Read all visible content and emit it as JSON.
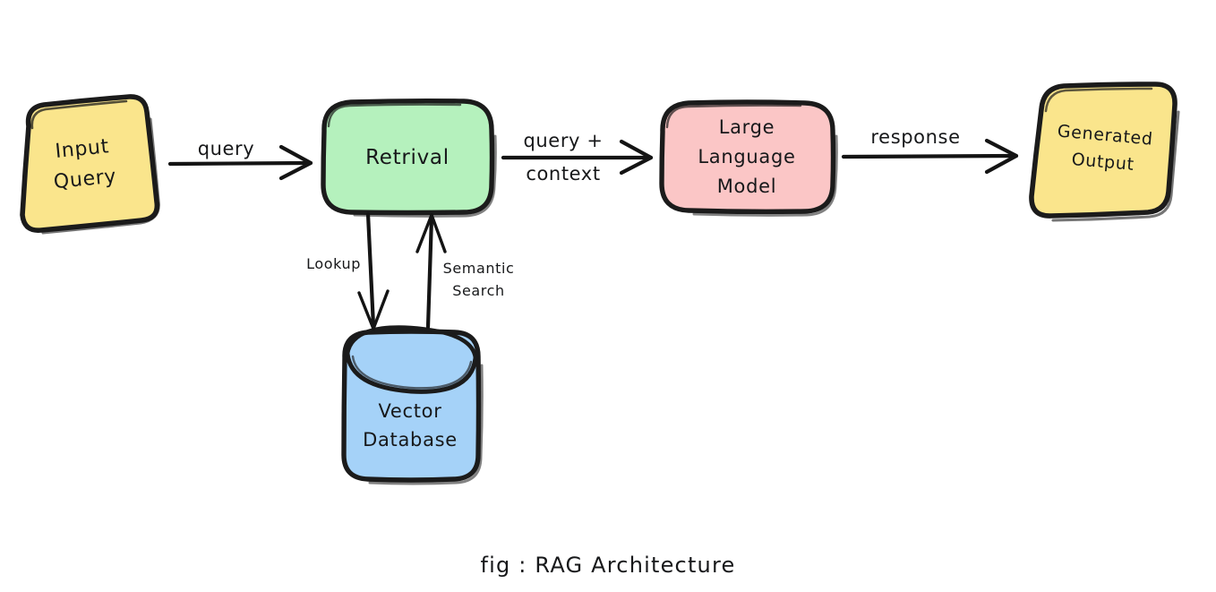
{
  "diagram": {
    "caption": "fig : RAG Architecture",
    "background_color": "#ffffff",
    "stroke_color": "#1b1b1b",
    "text_color": "#17181a",
    "nodes": [
      {
        "id": "input-query",
        "label": "Input\nQuery",
        "shape": "rounded-rect-rotated",
        "fill": "#FAE58C",
        "rotation_deg": -5.5
      },
      {
        "id": "retrival",
        "label": "Retrival",
        "shape": "rounded-rect",
        "fill": "#B5F1BD",
        "rotation_deg": 0
      },
      {
        "id": "large-language-model",
        "label": "Large\nLanguage\nModel",
        "shape": "rounded-rect",
        "fill": "#FBC6C6",
        "rotation_deg": 0
      },
      {
        "id": "generated-output",
        "label": "Generated\nOutput",
        "shape": "rounded-rect-rotated",
        "fill": "#FAE58C",
        "rotation_deg": 5
      },
      {
        "id": "vector-database",
        "label": "Vector\nDatabase",
        "shape": "cylinder",
        "fill": "#A5D2F8",
        "rotation_deg": 0
      }
    ],
    "edges": [
      {
        "id": "query",
        "label": "query",
        "from": "input-query",
        "to": "retrival",
        "direction": "right"
      },
      {
        "id": "query-context",
        "label": "query +\ncontext",
        "label_top": "query +",
        "label_bottom": "context",
        "from": "retrival",
        "to": "large-language-model",
        "direction": "right"
      },
      {
        "id": "response",
        "label": "response",
        "from": "large-language-model",
        "to": "generated-output",
        "direction": "right"
      },
      {
        "id": "lookup",
        "label": "Lookup",
        "from": "retrival",
        "to": "vector-database",
        "direction": "down"
      },
      {
        "id": "semantic-search",
        "label": "Semantic\nSearch",
        "from": "vector-database",
        "to": "retrival",
        "direction": "up"
      }
    ]
  }
}
